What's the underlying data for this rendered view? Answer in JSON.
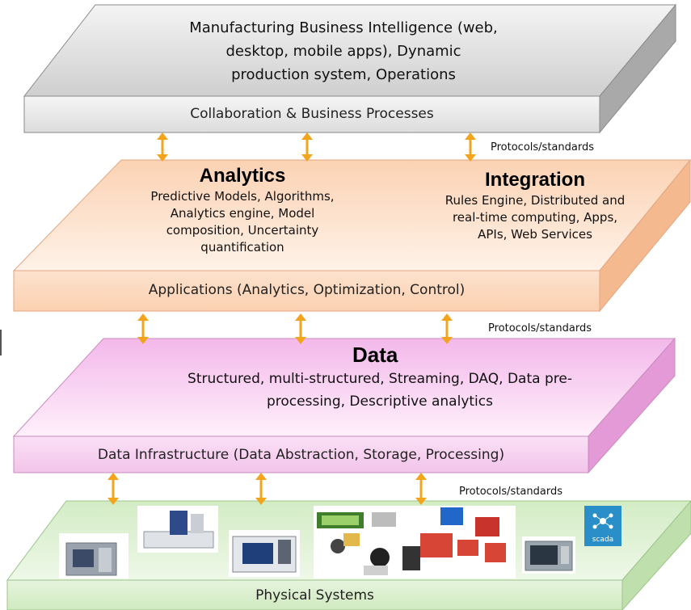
{
  "layers": {
    "business": {
      "top_lines": [
        "Manufacturing Business Intelligence (web,",
        "desktop, mobile apps), Dynamic",
        "production system, Operations"
      ],
      "front_label": "Collaboration & Business Processes",
      "color": "#d9d9d9"
    },
    "applications": {
      "analytics": {
        "heading": "Analytics",
        "lines": [
          "Predictive Models, Algorithms,",
          "Analytics engine, Model",
          "composition, Uncertainty",
          "quantification"
        ]
      },
      "integration": {
        "heading": "Integration",
        "lines": [
          "Rules Engine, Distributed  and",
          "real-time computing, Apps,",
          "APIs, Web Services"
        ]
      },
      "front_label": "Applications (Analytics, Optimization, Control)",
      "color": "#f8c9a8"
    },
    "data": {
      "heading": "Data",
      "lines": [
        "Structured, multi-structured, Streaming, DAQ, Data pre-",
        "processing, Descriptive analytics"
      ],
      "front_label": "Data Infrastructure (Data Abstraction, Storage, Processing)",
      "color": "#f0b6e6"
    },
    "physical": {
      "front_label": "Physical Systems",
      "color": "#d6edc9"
    }
  },
  "protocols": [
    "Protocols/standards",
    "Protocols/standards",
    "Protocols/standards"
  ],
  "scada_label": "scada",
  "arrow_color": "#f2a51c"
}
